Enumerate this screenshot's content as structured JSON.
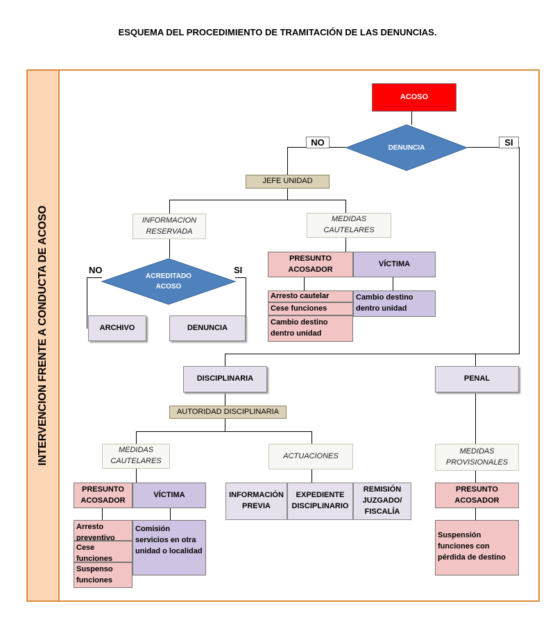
{
  "title": "ESQUEMA DEL PROCEDIMIENTO DE TRAMITACIÓN DE LAS DENUNCIAS.",
  "side_label": "INTERVENCION FRENTE A CONDUCTA DE ACOSO",
  "acoso": "ACOSO",
  "denuncia_diamond": "DENUNCIA",
  "no": "NO",
  "si": "SI",
  "jefe_unidad": "JEFE UNIDAD",
  "informacion_reservada": [
    "INFORMACION",
    "RESERVADA"
  ],
  "medidas_cautelares": [
    "MEDIDAS",
    "CAUTELARES"
  ],
  "acreditado_acoso": [
    "ACREDITADO",
    "ACOSO"
  ],
  "archivo": "ARCHIVO",
  "denuncia_box": "DENUNCIA",
  "presunto_acosador": [
    "PRESUNTO",
    "ACOSADOR"
  ],
  "victima": "VÍCTIMA",
  "acosador_medidas_1": [
    "Arresto cautelar",
    "Cese funciones",
    "Cambio destino dentro unidad"
  ],
  "victima_medidas_1": "Cambio destino dentro unidad",
  "disciplinaria": "DISCIPLINARIA",
  "penal": "PENAL",
  "autoridad_disciplinaria": "AUTORIDAD DISCIPLINARIA",
  "actuaciones": "ACTUACIONES",
  "medidas_provisionales": [
    "MEDIDAS",
    "PROVISIONALES"
  ],
  "informacion_previa": [
    "INFORMACIÓN",
    "PREVIA"
  ],
  "expediente_disciplinario": [
    "EXPEDIENTE",
    "DISCIPLINARIO"
  ],
  "remision_juzgado": [
    "REMISIÓN",
    "JUZGADO/",
    "FISCALÍA"
  ],
  "acosador_medidas_2": [
    "Arresto preventivo",
    "Cese funciones",
    "Suspenso funciones"
  ],
  "victima_medidas_2": "Comisión servicios en otra unidad o localidad",
  "suspension": "Suspensión funciones con pérdida de destino",
  "colors": {
    "frame": "#d98b3a",
    "sidebar": "#fcd5b5",
    "acoso": "#ff0000",
    "diamond": "#4f81bd",
    "lavender": "#e6e0ec",
    "pink": "#f2c4c4",
    "purple": "#cfc3e3",
    "tan": "#d9d2b6"
  }
}
